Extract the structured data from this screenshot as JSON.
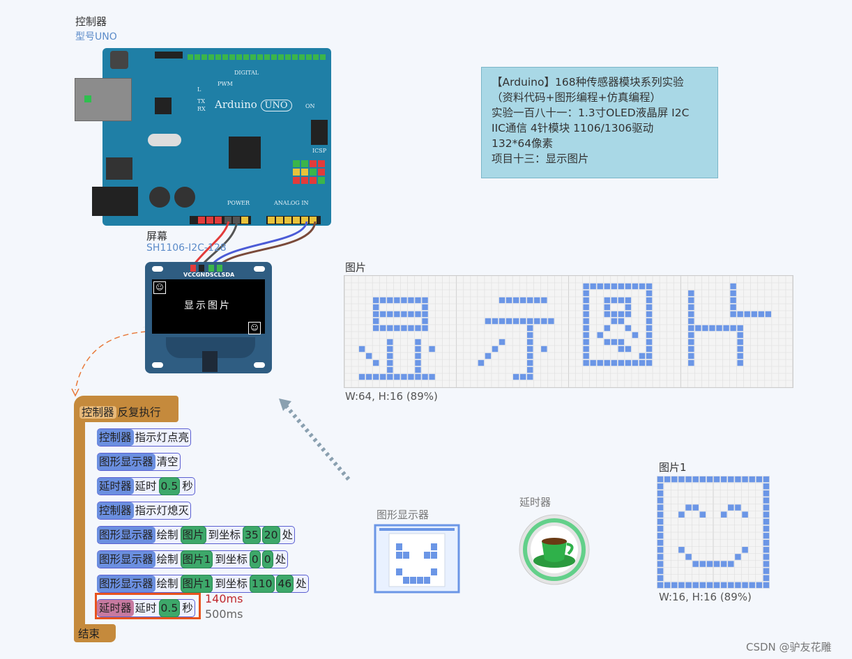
{
  "controller": {
    "label": "控制器",
    "model": "型号UNO"
  },
  "board": {
    "name": "Arduino",
    "model_badge": "UNO",
    "on_label": "ON",
    "digital_label": "DIGITAL",
    "icsp_label": "ICSP",
    "power_label": "POWER",
    "analog_label": "ANALOG IN",
    "tx_label": "TX",
    "rx_label": "RX",
    "l_label": "L",
    "pwm_label": "PWM"
  },
  "screen": {
    "label": "屏幕",
    "model": "SH1106-I2C-128",
    "pins": "VCCGNDSCLSDA",
    "text": "显示图片"
  },
  "note": {
    "lines": [
      "【Arduino】168种传感器模块系列实验",
      "（资料代码+图形编程+仿真编程）",
      "实验一百八十一：1.3寸OLED液晶屏 I2C",
      "IIC通信 4针模块 1106/1306驱动",
      "132*64像素",
      "项目十三：显示图片"
    ]
  },
  "picture": {
    "title": "图片",
    "meta": "W:64, H:16 (89%)"
  },
  "picture1": {
    "title": "图片1",
    "meta": "W:16, H:16 (89%)"
  },
  "program": {
    "loop": {
      "tag": "控制器",
      "action": "反复执行"
    },
    "blocks": [
      {
        "tag": "控制器",
        "action": "指示灯点亮"
      },
      {
        "tag": "图形显示器",
        "action": "清空"
      },
      {
        "tag": "延时器",
        "action": "延时",
        "value": "0.5",
        "unit": "秒"
      },
      {
        "tag": "控制器",
        "action": "指示灯熄灭"
      },
      {
        "tag": "图形显示器",
        "action": "绘制",
        "image": "图片",
        "mid": "到坐标",
        "x": "35",
        "y": "20",
        "end": "处"
      },
      {
        "tag": "图形显示器",
        "action": "绘制",
        "image": "图片1",
        "mid": "到坐标",
        "x": "0",
        "y": "0",
        "end": "处"
      },
      {
        "tag": "图形显示器",
        "action": "绘制",
        "image": "图片1",
        "mid": "到坐标",
        "x": "110",
        "y": "46",
        "end": "处"
      },
      {
        "tag": "延时器",
        "action": "延时",
        "value": "0.5",
        "unit": "秒"
      }
    ],
    "end": "结束",
    "timing_current": "140ms",
    "timing_total": "500ms"
  },
  "devices": {
    "display": "图形显示器",
    "delay": "延时器"
  },
  "credit": "CSDN @驴友花雕",
  "colors": {
    "pixel": "#6b96e6",
    "board": "#1f7fa6",
    "highlight": "#e8531e"
  }
}
